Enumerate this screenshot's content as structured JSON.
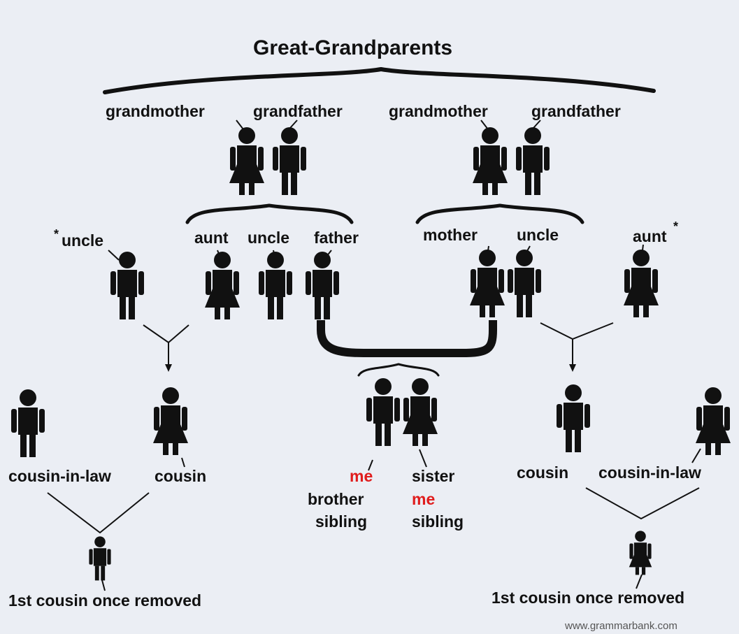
{
  "title": "Great-Grandparents",
  "labels": {
    "gm_left": "grandmother",
    "gf_left": "grandfather",
    "gm_right": "grandmother",
    "gf_right": "grandfather",
    "asterisk_left": "*",
    "uncle_far_left": "uncle",
    "aunt_left": "aunt",
    "uncle_left": "uncle",
    "father": "father",
    "mother": "mother",
    "uncle_right": "uncle",
    "aunt_far_right": "aunt",
    "asterisk_right": "*",
    "cousin_in_law_left": "cousin-in-law",
    "cousin_left": "cousin",
    "me_left": "me",
    "brother": "brother",
    "sibling_left": "sibling",
    "sister": "sister",
    "me_right": "me",
    "sibling_right": "sibling",
    "cousin_right": "cousin",
    "cousin_in_law_right": "cousin-in-law",
    "removed_left": "1st cousin once removed",
    "removed_right": "1st cousin once removed"
  },
  "watermark": "www.grammarbank.com",
  "colors": {
    "background": "#ebeef4",
    "ink": "#111111",
    "highlight": "#e01c1c"
  }
}
